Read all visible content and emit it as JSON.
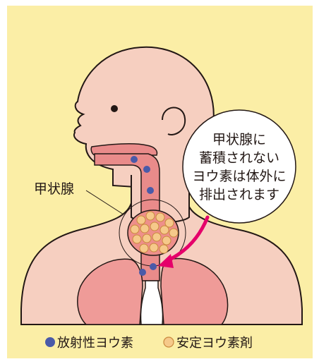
{
  "labels": {
    "thyroid": "甲状腺"
  },
  "callout": {
    "lines": [
      "甲状腺に",
      "蓄積されない",
      "ヨウ素は体外に",
      "排出されます"
    ]
  },
  "legend": {
    "items": [
      {
        "label": "放射性ヨウ素",
        "icon": "radioactive-iodine-dot",
        "color": "#4a5aa8"
      },
      {
        "label": "安定ヨウ素剤",
        "icon": "stable-iodine-dot",
        "color": "#f6c98a"
      }
    ]
  },
  "colors": {
    "background": "#fbeea6",
    "skin": "#f6cfc0",
    "airway": "#e98b8a",
    "lung": "#ef9b98",
    "arrow": "#e5006a",
    "outline": "#231815"
  }
}
